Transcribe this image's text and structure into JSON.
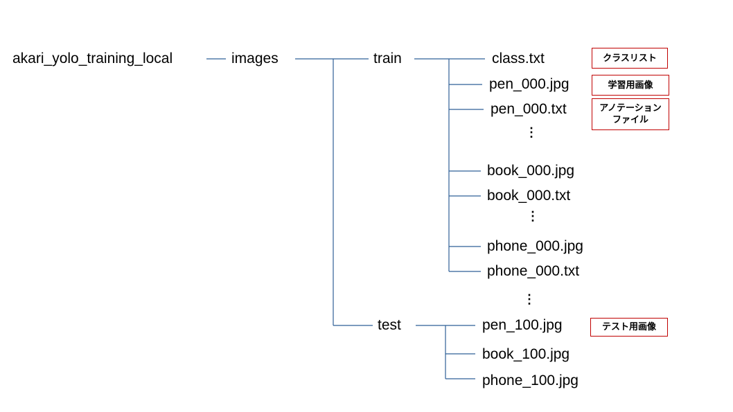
{
  "tree": {
    "root": "akari_yolo_training_local",
    "images": "images",
    "train": "train",
    "test": "test",
    "train_files": [
      "class.txt",
      "pen_000.jpg",
      "pen_000.txt",
      "book_000.jpg",
      "book_000.txt",
      "phone_000.jpg",
      "phone_000.txt"
    ],
    "test_files": [
      "pen_100.jpg",
      "book_100.jpg",
      "phone_100.jpg"
    ],
    "ellipsis": "⋮"
  },
  "annotations": {
    "class_list": "クラスリスト",
    "training_image": "学習用画像",
    "annotation_file": "アノテーション\nファイル",
    "test_image": "テスト用画像"
  },
  "colors": {
    "connector": "#2e5f96",
    "annotation_border": "#c00000"
  }
}
